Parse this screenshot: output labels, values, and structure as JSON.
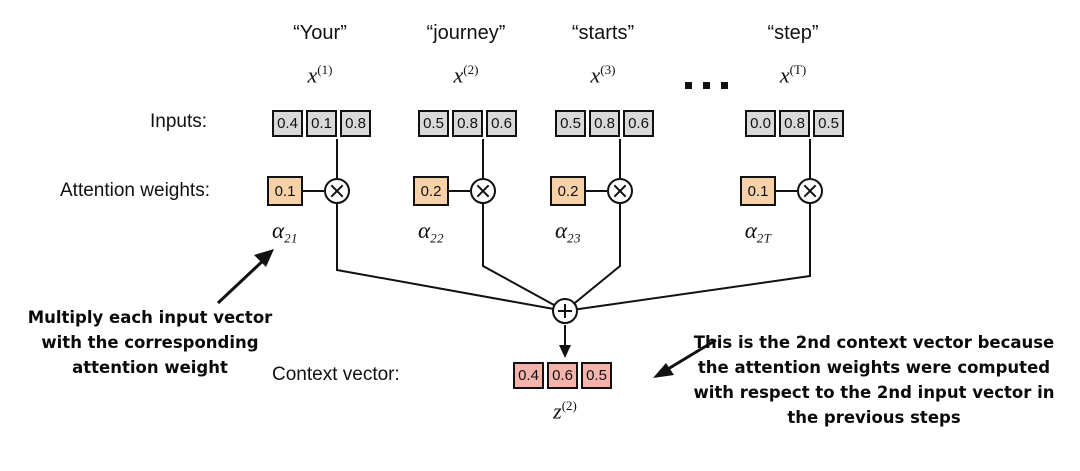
{
  "figure": {
    "title": "Self-attention context vector computation",
    "colors": {
      "input_cell": "#d9d9d9",
      "attention_cell": "#f7d2a8",
      "context_cell": "#f4b3ab",
      "stroke": "#111111",
      "background": "#ffffff"
    }
  },
  "row_labels": {
    "inputs": "Inputs:",
    "attention_weights": "Attention weights:",
    "context_vector": "Context vector:"
  },
  "tokens": [
    {
      "word": "“Your”",
      "symbol_base": "x",
      "symbol_sup": "(1)",
      "input_vector": [
        "0.4",
        "0.1",
        "0.8"
      ],
      "attention_weight": "0.1",
      "alpha_base": "α",
      "alpha_sub": "21"
    },
    {
      "word": "“journey”",
      "symbol_base": "x",
      "symbol_sup": "(2)",
      "input_vector": [
        "0.5",
        "0.8",
        "0.6"
      ],
      "attention_weight": "0.2",
      "alpha_base": "α",
      "alpha_sub": "22"
    },
    {
      "word": "“starts”",
      "symbol_base": "x",
      "symbol_sup": "(3)",
      "input_vector": [
        "0.5",
        "0.8",
        "0.6"
      ],
      "attention_weight": "0.2",
      "alpha_base": "α",
      "alpha_sub": "23"
    },
    {
      "word": "“step”",
      "symbol_base": "x",
      "symbol_sup": "(T)",
      "input_vector": [
        "0.0",
        "0.8",
        "0.5"
      ],
      "attention_weight": "0.1",
      "alpha_base": "α",
      "alpha_sub": "2T"
    }
  ],
  "ellipsis": "...",
  "operators": {
    "multiply": "⊗",
    "sum": "⊕"
  },
  "context": {
    "vector": [
      "0.4",
      "0.6",
      "0.5"
    ],
    "symbol_base": "z",
    "symbol_sup": "(2)"
  },
  "annotations": {
    "left": {
      "lines": [
        "Multiply each input vector",
        "with the corresponding",
        "attention weight"
      ]
    },
    "right": {
      "lines": [
        "This is the 2nd context vector because",
        "the attention weights were computed",
        "with respect to the 2nd input vector in",
        "the previous steps"
      ]
    }
  }
}
